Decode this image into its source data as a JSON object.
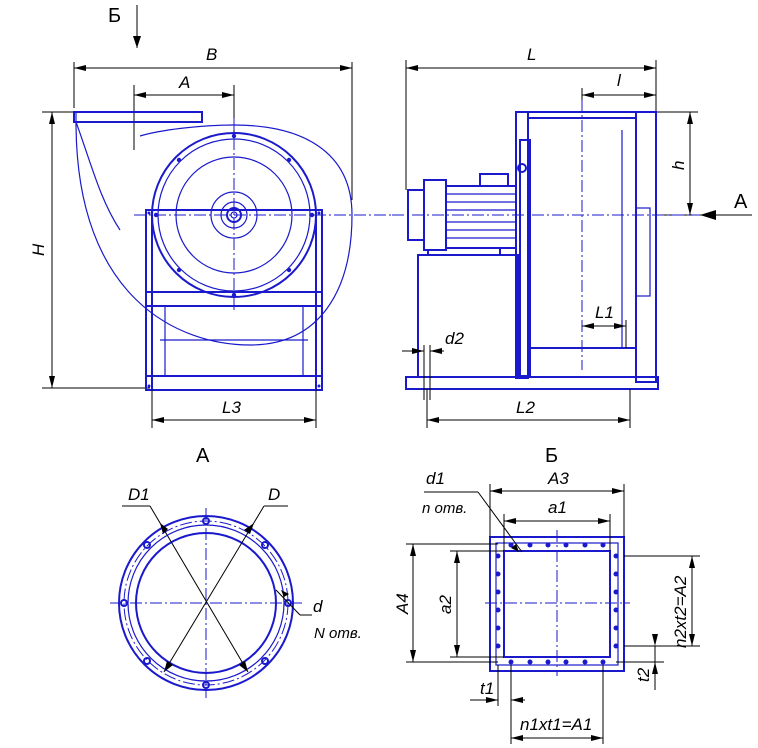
{
  "labels": {
    "view_b_marker": "Б",
    "view_a_marker": "А",
    "dim_B": "B",
    "dim_A": "A",
    "dim_L": "L",
    "dim_l": "l",
    "dim_H": "H",
    "dim_h": "h",
    "dim_L1": "L1",
    "dim_d2": "d2",
    "dim_L3": "L3",
    "dim_L2": "L2",
    "view_a_title": "А",
    "view_b_title": "Б",
    "dim_D1": "D1",
    "dim_D": "D",
    "dim_d": "d",
    "dim_N_holes": "N отв.",
    "dim_d1": "d1",
    "dim_n_holes": "n отв.",
    "dim_A3": "A3",
    "dim_a1": "a1",
    "dim_A4": "A4",
    "dim_a2": "a2",
    "dim_n2t2": "n2xt2=A2",
    "dim_t1": "t1",
    "dim_t2": "t2",
    "dim_n1t1": "n1xt1=A1"
  },
  "colors": {
    "outline": "#1a1acc",
    "dimension": "#000000"
  }
}
